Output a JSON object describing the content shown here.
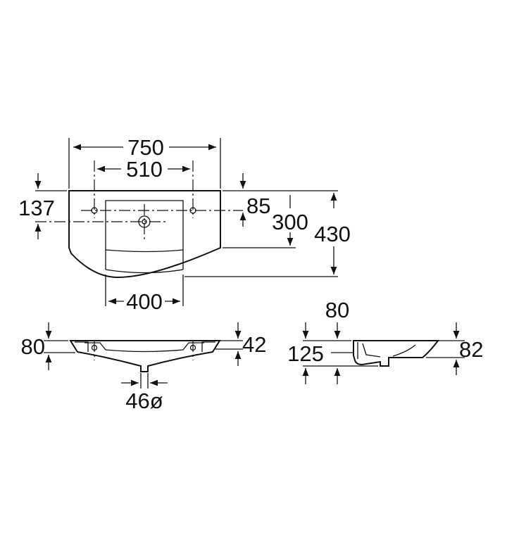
{
  "top_view": {
    "overall_width": "750",
    "tap_hole_spacing": "510",
    "bowl_width": "400",
    "overall_depth": "430",
    "rear_to_hole_centre": "137",
    "rear_to_bowl": "85",
    "rear_to_bowl_front": "300"
  },
  "front_view": {
    "rim_height": "80",
    "deck_height": "42",
    "waste_diameter": "46ø"
  },
  "side_view": {
    "top_offset": "80",
    "total_height": "125",
    "front_height": "82"
  }
}
